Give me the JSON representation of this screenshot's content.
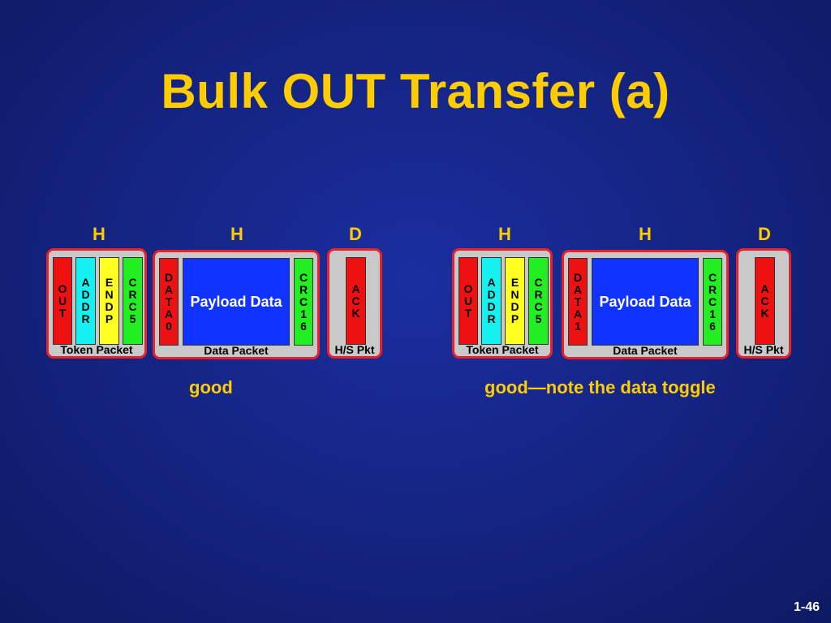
{
  "title": "Bulk OUT Transfer (a)",
  "page_number": "1-46",
  "transfers": [
    {
      "directions": [
        "H",
        "H",
        "D"
      ],
      "token_packet": {
        "label": "Token Packet",
        "fields": [
          "O U T",
          "A D D R",
          "E N D P",
          "C R C 5"
        ]
      },
      "data_packet": {
        "label": "Data Packet",
        "pid": "D A T A 0",
        "payload": "Payload Data",
        "crc": "C R C 1 6"
      },
      "handshake_packet": {
        "label": "H/S Pkt",
        "pid": "A C K"
      },
      "caption": "good"
    },
    {
      "directions": [
        "H",
        "H",
        "D"
      ],
      "token_packet": {
        "label": "Token Packet",
        "fields": [
          "O U T",
          "A D D R",
          "E N D P",
          "C R C 5"
        ]
      },
      "data_packet": {
        "label": "Data Packet",
        "pid": "D A T A 1",
        "payload": "Payload Data",
        "crc": "C R C 1 6"
      },
      "handshake_packet": {
        "label": "H/S Pkt",
        "pid": "A C K"
      },
      "caption": "good—note the data toggle"
    }
  ],
  "colors": {
    "background": "#14237f",
    "title": "#ffcc00",
    "frame_border": "#e8202a",
    "pid_field": "#ee1111",
    "addr_field": "#15f0f0",
    "endp_field": "#ffff22",
    "crc_field": "#22ee22",
    "payload_field": "#1133ff"
  }
}
